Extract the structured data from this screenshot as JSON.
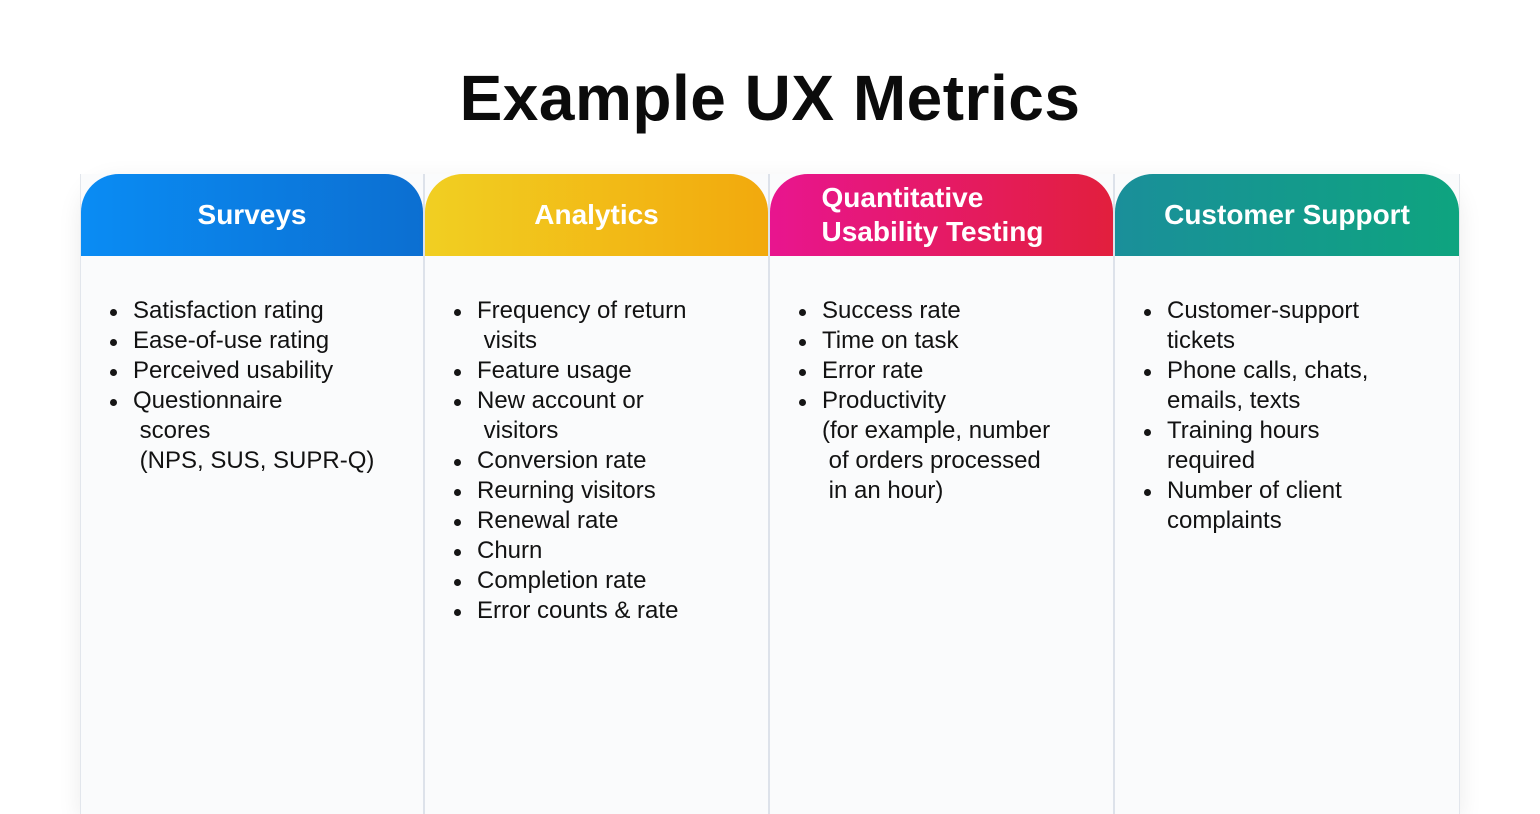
{
  "title": "Example UX Metrics",
  "columns": [
    {
      "header": "Surveys",
      "color_start": "#0a8cf4",
      "color_end": "#0c6fd1",
      "items": [
        [
          "Satisfaction rating"
        ],
        [
          "Ease-of-use rating"
        ],
        [
          "Perceived usability"
        ],
        [
          "Questionnaire",
          " scores",
          " (NPS, SUS, SUPR-Q)"
        ]
      ]
    },
    {
      "header": "Analytics",
      "color_start": "#f1cf22",
      "color_end": "#f2a90d",
      "items": [
        [
          "Frequency of return",
          " visits"
        ],
        [
          "Feature usage"
        ],
        [
          "New account or",
          " visitors"
        ],
        [
          "Conversion rate"
        ],
        [
          "Reurning visitors"
        ],
        [
          "Renewal rate"
        ],
        [
          "Churn"
        ],
        [
          "Completion rate"
        ],
        [
          "Error counts & rate"
        ]
      ]
    },
    {
      "header": "Quantitative Usability Testing",
      "color_start": "#e8158f",
      "color_end": "#e21f3d",
      "items": [
        [
          "Success rate"
        ],
        [
          "Time on task"
        ],
        [
          "Error rate"
        ],
        [
          "Productivity",
          "(for example, number",
          " of orders processed",
          " in an hour)"
        ]
      ]
    },
    {
      "header": "Customer Support",
      "color_start": "#1a8f9a",
      "color_end": "#0ea47f",
      "items": [
        [
          "Customer-support",
          "tickets"
        ],
        [
          "Phone calls, chats,",
          "emails, texts"
        ],
        [
          "Training hours",
          "required"
        ],
        [
          "Number of client",
          "complaints"
        ]
      ]
    }
  ]
}
